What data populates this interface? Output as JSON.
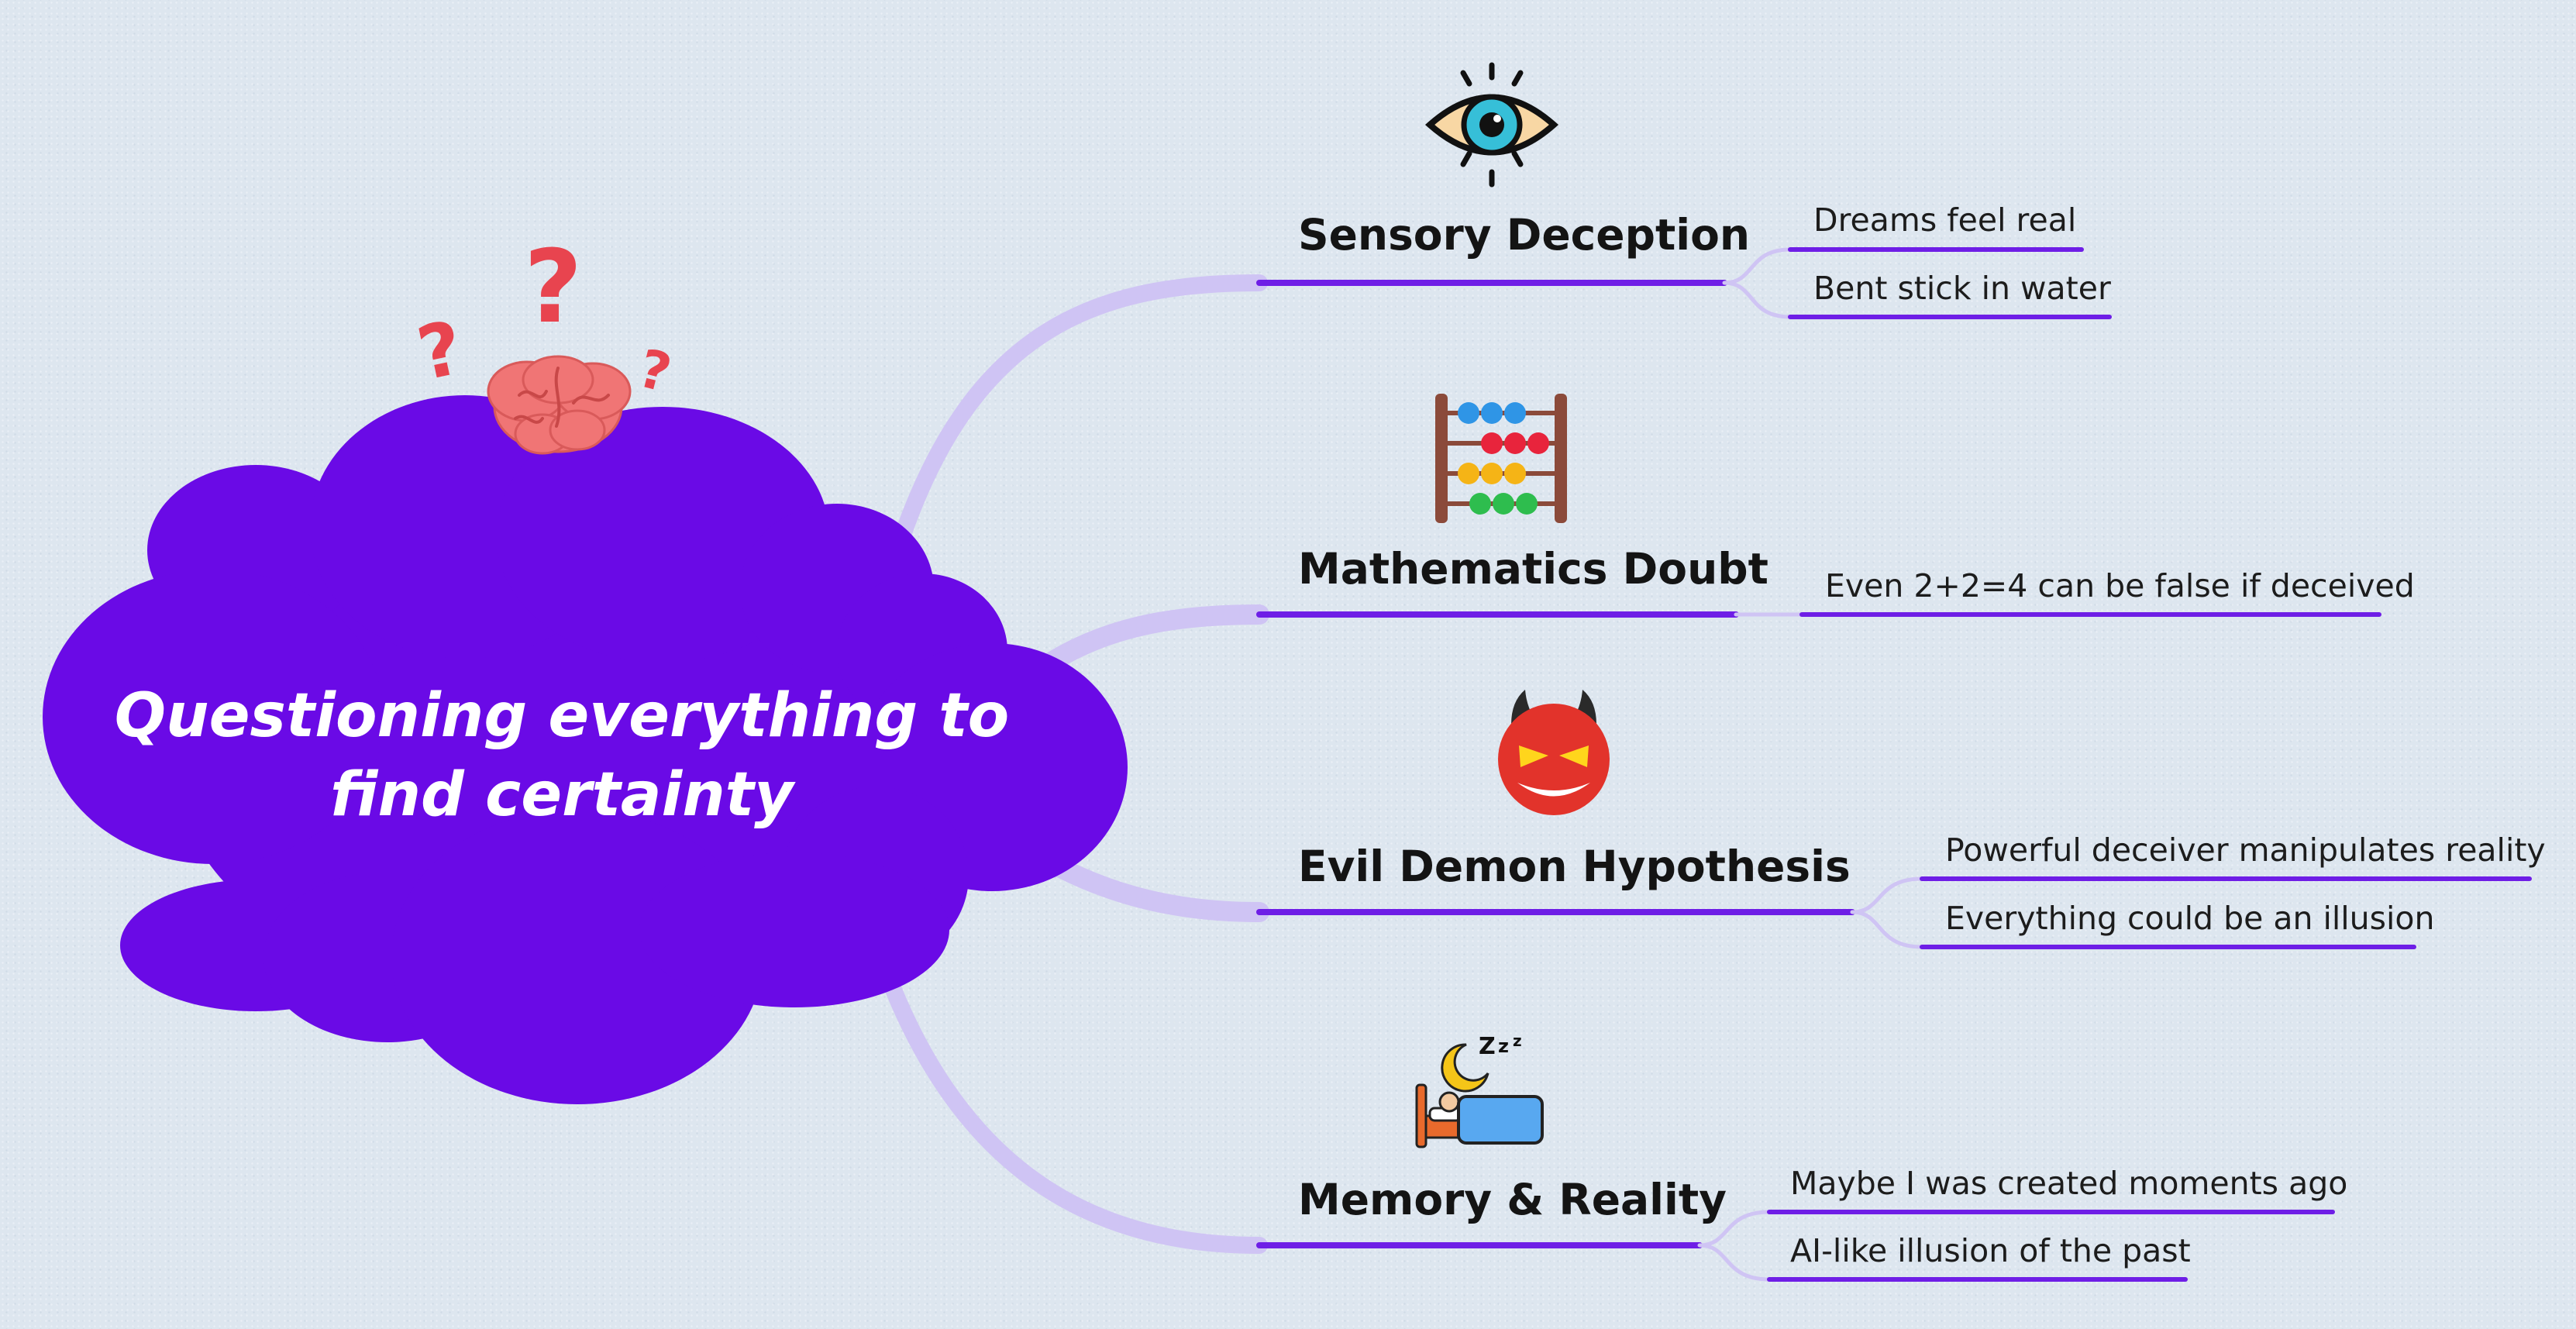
{
  "central_topic": {
    "title_lines": [
      "Questioning everything to",
      "find certainty"
    ],
    "cloud_color": "#6a0ae6",
    "icon": "brain-question-icon"
  },
  "branches": [
    {
      "label": "Sensory Deception",
      "icon": "eye-icon",
      "children": [
        "Dreams feel real",
        "Bent stick in water"
      ]
    },
    {
      "label": "Mathematics Doubt",
      "icon": "abacus-icon",
      "children": [
        "Even 2+2=4 can be false if deceived"
      ]
    },
    {
      "label": "Evil Demon Hypothesis",
      "icon": "devil-icon",
      "children": [
        "Powerful deceiver manipulates reality",
        "Everything could be an illusion"
      ]
    },
    {
      "label": "Memory & Reality",
      "icon": "sleeping-bed-icon",
      "children": [
        "Maybe I was created moments ago",
        "AI-like illusion of the past"
      ]
    }
  ],
  "colors": {
    "accent": "#6e1ee6",
    "connector": "#cfc4f4",
    "background": "#dde6ef",
    "branch_text": "#141414"
  }
}
